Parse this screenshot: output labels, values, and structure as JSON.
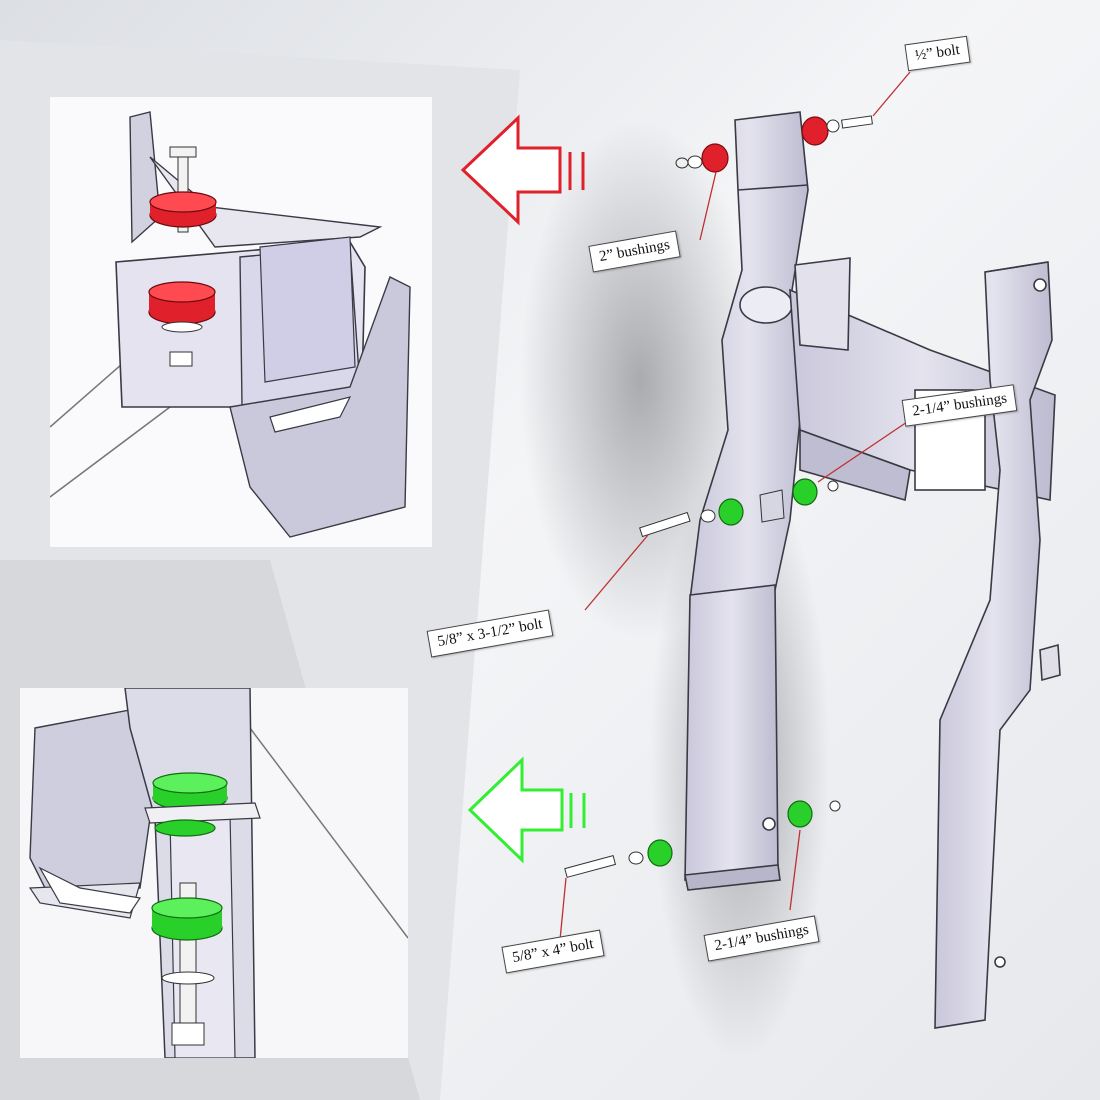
{
  "callouts": {
    "half_bolt": "½” bolt",
    "two_inch_bushings": "2” bushings",
    "two_quarter_bushings_upper": "2-1/4” bushings",
    "bolt_5_8_x_3_1_2": "5/8” x 3-1/2” bolt",
    "bolt_5_8_x_4": "5/8” x 4” bolt",
    "two_quarter_bushings_lower": "2-1/4” bushings"
  },
  "colors": {
    "red_bushing": "#e0202a",
    "green_bushing": "#2ad02a",
    "red_arrow": "#e0202a",
    "green_arrow": "#33ee33",
    "frame_fill": "#d8d6e6",
    "frame_stroke": "#3a3a44",
    "leader_line": "#c03030"
  },
  "icons": {
    "upper_arrow": "hollow-left-arrow-icon",
    "lower_arrow": "hollow-left-arrow-icon"
  }
}
